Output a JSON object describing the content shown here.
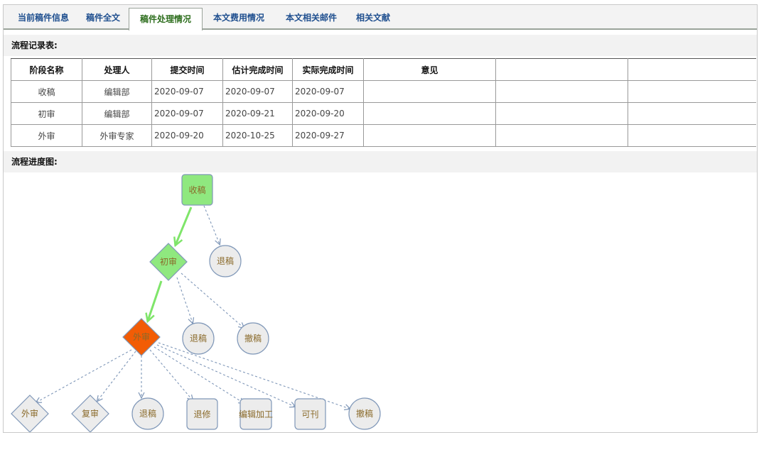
{
  "tabs": [
    {
      "label": "当前稿件信息",
      "active": false
    },
    {
      "label": "稿件全文",
      "active": false
    },
    {
      "label": "稿件处理情况",
      "active": true
    },
    {
      "label": "本文费用情况",
      "active": false
    },
    {
      "label": "本文相关邮件",
      "active": false
    },
    {
      "label": "相关文献",
      "active": false
    }
  ],
  "record": {
    "title": "流程记录表:",
    "headers": [
      "阶段名称",
      "处理人",
      "提交时间",
      "估计完成时间",
      "实际完成时间",
      "意见",
      "",
      ""
    ],
    "rows": [
      [
        "收稿",
        "编辑部",
        "2020-09-07",
        "2020-09-07",
        "2020-09-07",
        "",
        "",
        ""
      ],
      [
        "初审",
        "编辑部",
        "2020-09-07",
        "2020-09-21",
        "2020-09-20",
        "",
        "",
        ""
      ],
      [
        "外审",
        "外审专家",
        "2020-09-20",
        "2020-10-25",
        "2020-09-27",
        "",
        "",
        ""
      ]
    ]
  },
  "progress": {
    "title": "流程进度图:",
    "nodes": {
      "receive": "收稿",
      "initial_review": "初审",
      "reject1": "退稿",
      "reject2": "退稿",
      "withdraw1": "撤稿",
      "external_review": "外审",
      "next_external": "外审",
      "re_review": "复审",
      "reject3": "退稿",
      "revise": "退修",
      "editing": "编辑加工",
      "publishable": "可刊",
      "withdraw2": "撤稿"
    }
  },
  "colors": {
    "done": "#8fe87f",
    "current": "#f25c05",
    "pending": "#ececec",
    "stroke": "#7f97b8",
    "path": "#7fe56a"
  }
}
